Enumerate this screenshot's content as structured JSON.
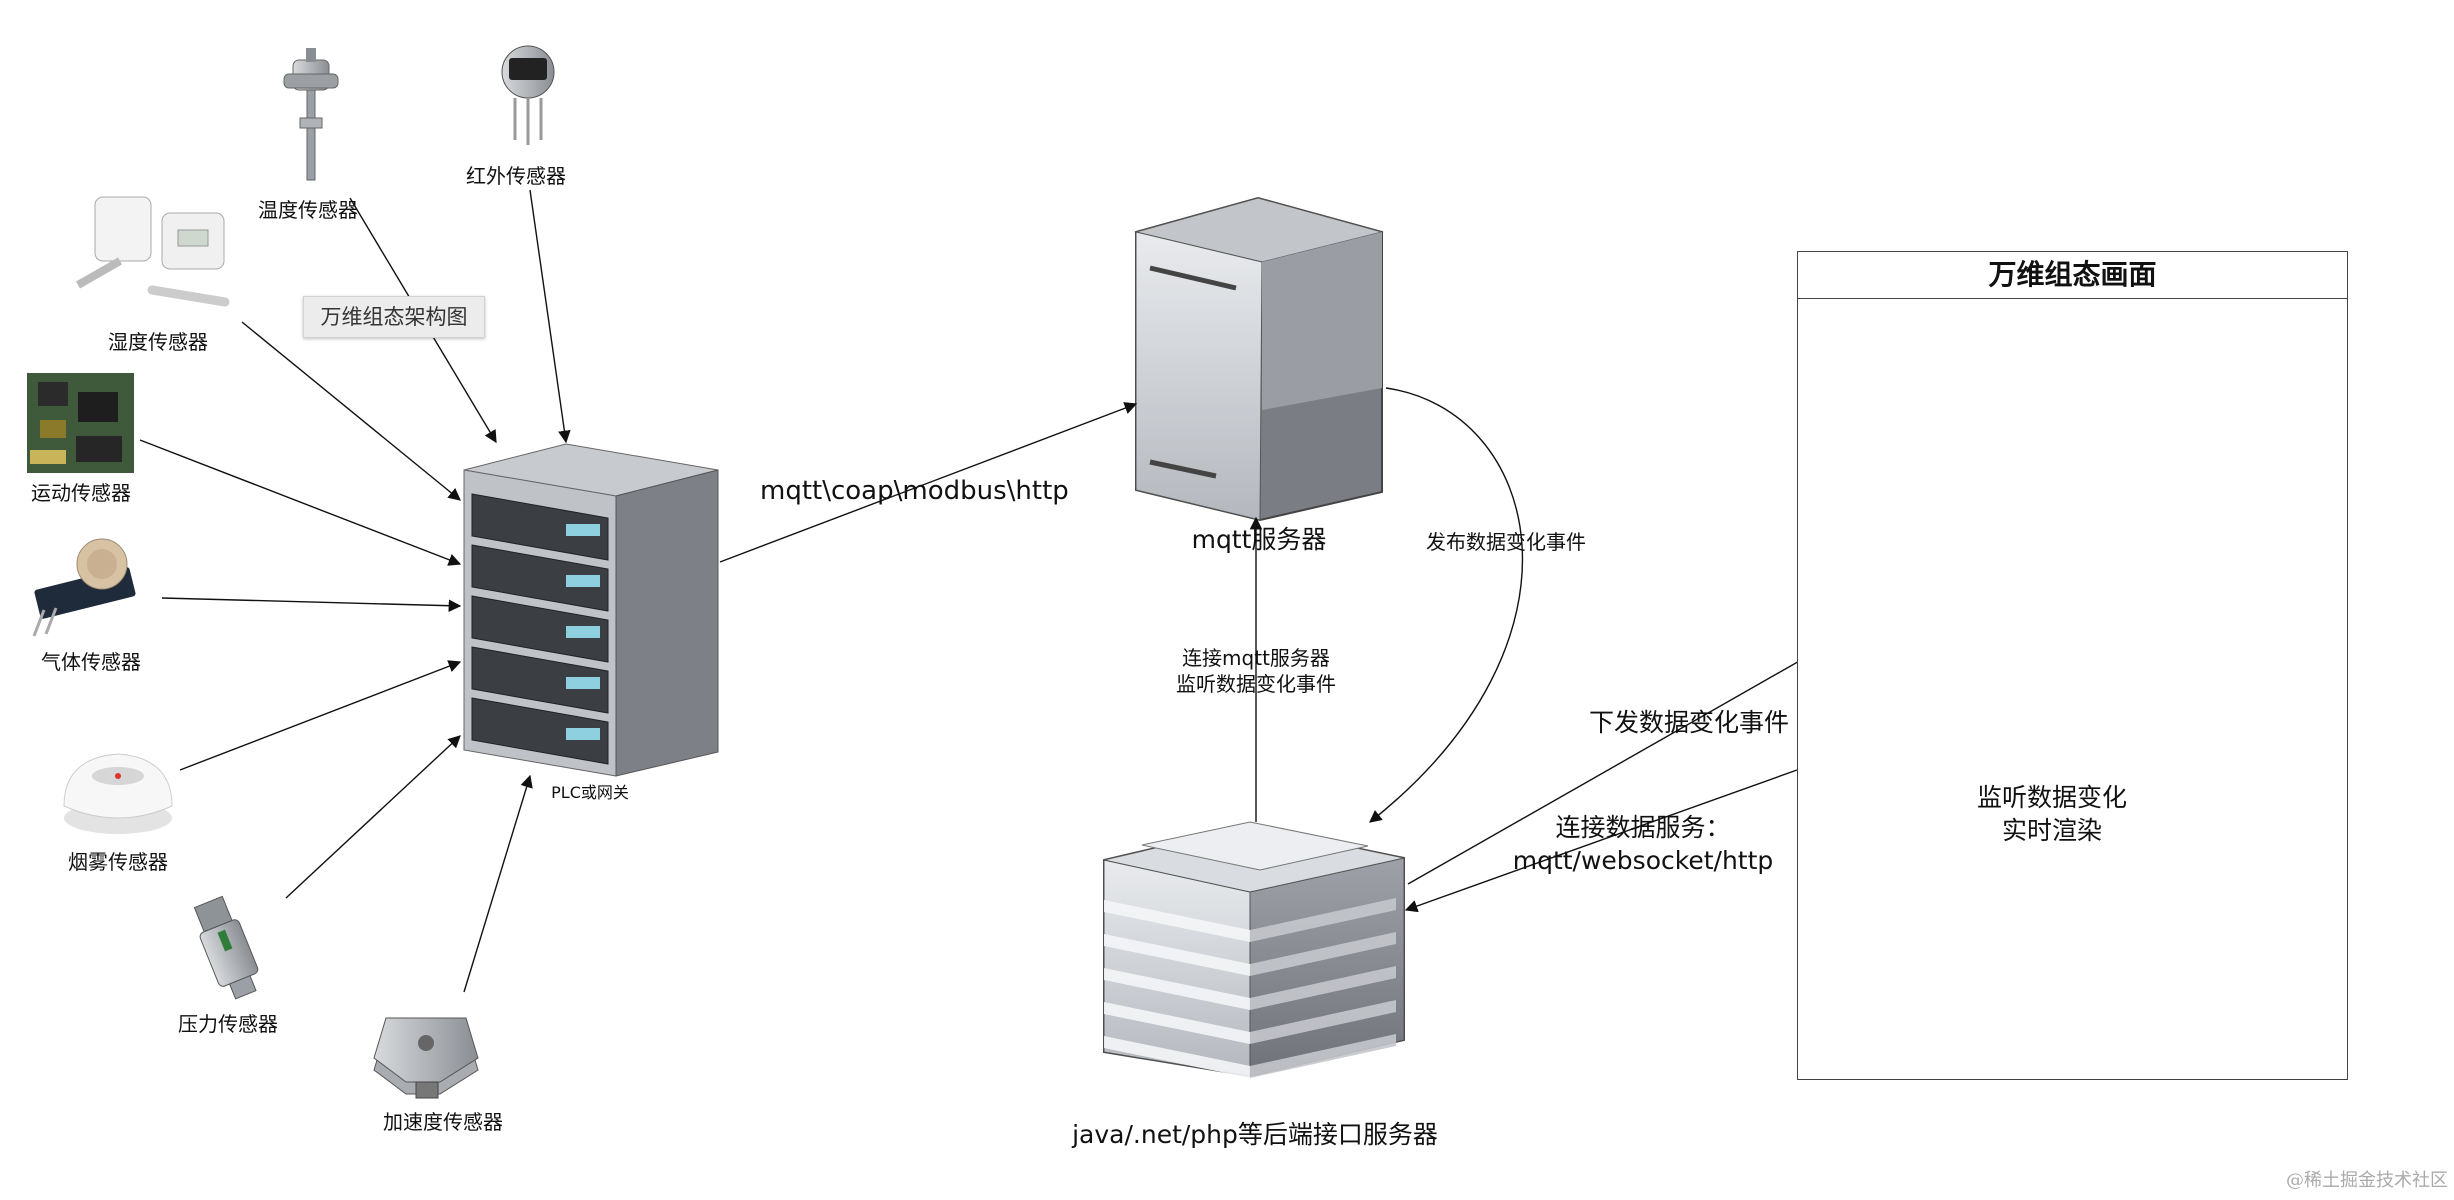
{
  "annotation": {
    "tag_label": "万维组态架构图"
  },
  "sensors": [
    {
      "label": "温度传感器",
      "icon": "thermocouple-icon"
    },
    {
      "label": "红外传感器",
      "icon": "infrared-sensor-icon"
    },
    {
      "label": "湿度传感器",
      "icon": "humidity-sensor-icon"
    },
    {
      "label": "运动传感器",
      "icon": "motion-sensor-icon"
    },
    {
      "label": "气体传感器",
      "icon": "gas-sensor-icon"
    },
    {
      "label": "烟雾传感器",
      "icon": "smoke-detector-icon"
    },
    {
      "label": "压力传感器",
      "icon": "pressure-sensor-icon"
    },
    {
      "label": "加速度传感器",
      "icon": "accelerometer-icon"
    }
  ],
  "nodes": {
    "plc_label": "PLC或网关",
    "mqtt_server_label": "mqtt服务器",
    "backend_label": "java/.net/php等后端接口服务器"
  },
  "edges": {
    "plc_to_mqtt": "mqtt\\coap\\modbus\\http",
    "mqtt_publish": "发布数据变化事件",
    "backend_subscribe": "连接mqtt服务器\n监听数据变化事件",
    "push_to_client": "下发数据变化事件",
    "client_connect": "连接数据服务：\nmqtt/websocket/http"
  },
  "client_panel": {
    "title": "万维组态画面",
    "description": "监听数据变化\n实时渲染"
  },
  "watermark": "@稀土掘金技术社区"
}
